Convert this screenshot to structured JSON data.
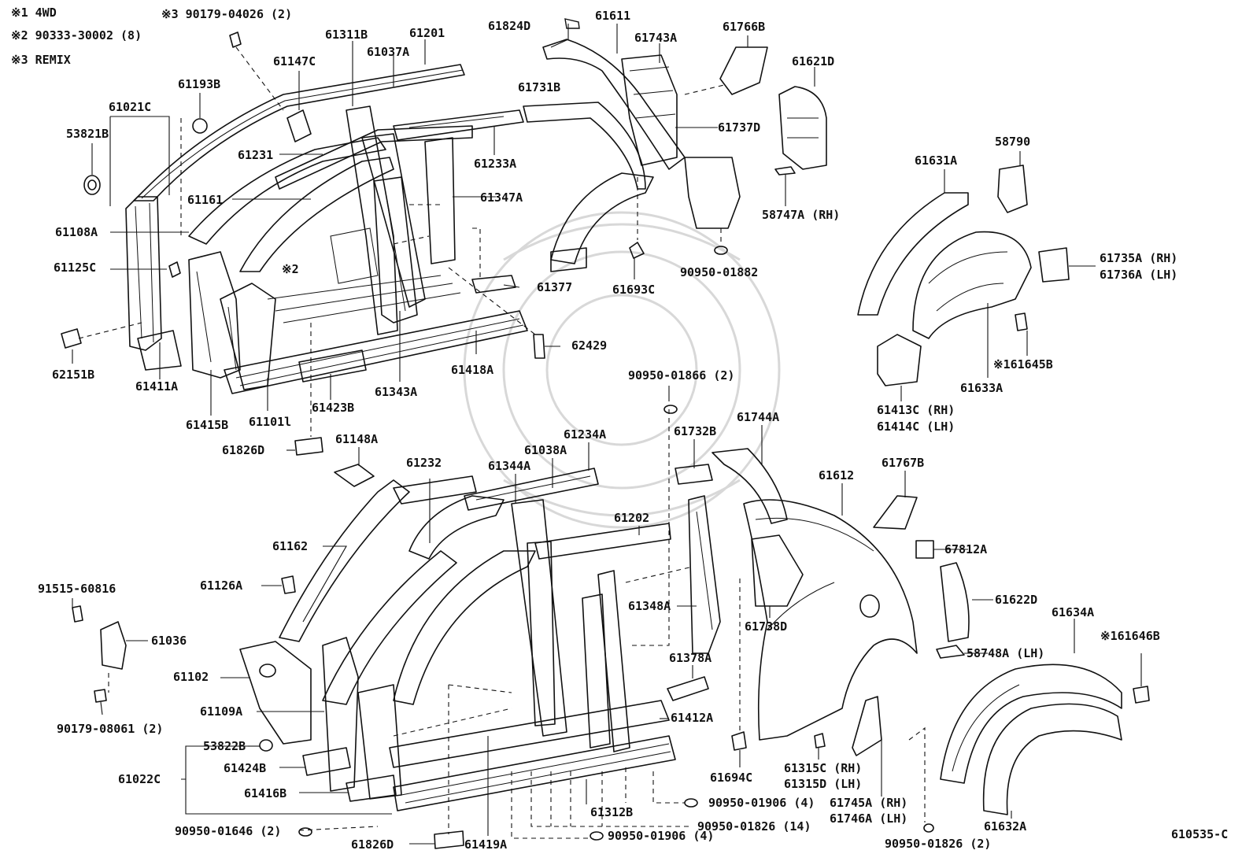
{
  "notes": [
    {
      "mark": "※1",
      "text": "4WD"
    },
    {
      "mark": "※2",
      "text": "90333-30002 (8)"
    },
    {
      "mark": "※3",
      "text": "REMIX"
    },
    {
      "mark": "※3",
      "text": "90179-04026 (2)"
    }
  ],
  "small_marks": {
    "x2": "※2",
    "x1_single": "※1"
  },
  "footer_code": "610535-C",
  "labels": {
    "p61021C": "61021C",
    "p53821B": "53821B",
    "p61193B": "61193B",
    "p61147C": "61147C",
    "p61311B": "61311B",
    "p61201": "61201",
    "p61037A": "61037A",
    "p61231": "61231",
    "p61161": "61161",
    "p61108A": "61108A",
    "p61125C": "61125C",
    "p62151B": "62151B",
    "p61411A": "61411A",
    "p61415B": "61415B",
    "p61101": "61101l",
    "p61423B": "61423B",
    "p61343A": "61343A",
    "p61418A": "61418A",
    "p61347A": "61347A",
    "p61233A": "61233A",
    "p61377": "61377",
    "p62429": "62429",
    "p61731B": "61731B",
    "p61824D": "61824D",
    "p61611": "61611",
    "p61743A": "61743A",
    "p61766B": "61766B",
    "p61737D": "61737D",
    "p61621D": "61621D",
    "p58747A": "58747A (RH)",
    "p61693C": "61693C",
    "p90950_01882": "90950-01882",
    "p61631A": "61631A",
    "p58790": "58790",
    "p61735A": "61735A (RH)",
    "p61736A": "61736A (LH)",
    "p161645B": "※161645B",
    "p61633A": "61633A",
    "p61413C": "61413C (RH)",
    "p61414C": "61414C (LH)",
    "p90950_01866": "90950-01866 (2)",
    "p61826D_top": "61826D",
    "p61148A": "61148A",
    "p61232": "61232",
    "p61344A": "61344A",
    "p61038A": "61038A",
    "p61234A": "61234A",
    "p61732B": "61732B",
    "p61744A": "61744A",
    "p61612": "61612",
    "p61767B": "61767B",
    "p61202": "61202",
    "p61162": "61162",
    "p61126A": "61126A",
    "p91515": "91515-60816",
    "p61036": "61036",
    "p61102": "61102",
    "p90179_08061": "90179-08061 (2)",
    "p61109A": "61109A",
    "p53822B": "53822B",
    "p61424B": "61424B",
    "p61022C": "61022C",
    "p61416B": "61416B",
    "p90950_01646": "90950-01646 (2)",
    "p61826D_bot": "61826D",
    "p61419A": "61419A",
    "p61312B": "61312B",
    "p90950_01906a": "90950-01906 (4)",
    "p90950_01826a": "90950-01826 (14)",
    "p90950_01906b": "90950-01906 (4)",
    "p61348A": "61348A",
    "p61378A": "61378A",
    "p61412A": "61412A",
    "p61738D": "61738D",
    "p61694C": "61694C",
    "p61315C": "61315C (RH)",
    "p61315D": "61315D (LH)",
    "p61745A": "61745A (RH)",
    "p61746A": "61746A (LH)",
    "p90950_01826b": "90950-01826 (2)",
    "p67812A": "67812A",
    "p61622D": "61622D",
    "p58748A": "58748A (LH)",
    "p61634A": "61634A",
    "p161646B": "※161646B",
    "p61632A": "61632A"
  }
}
